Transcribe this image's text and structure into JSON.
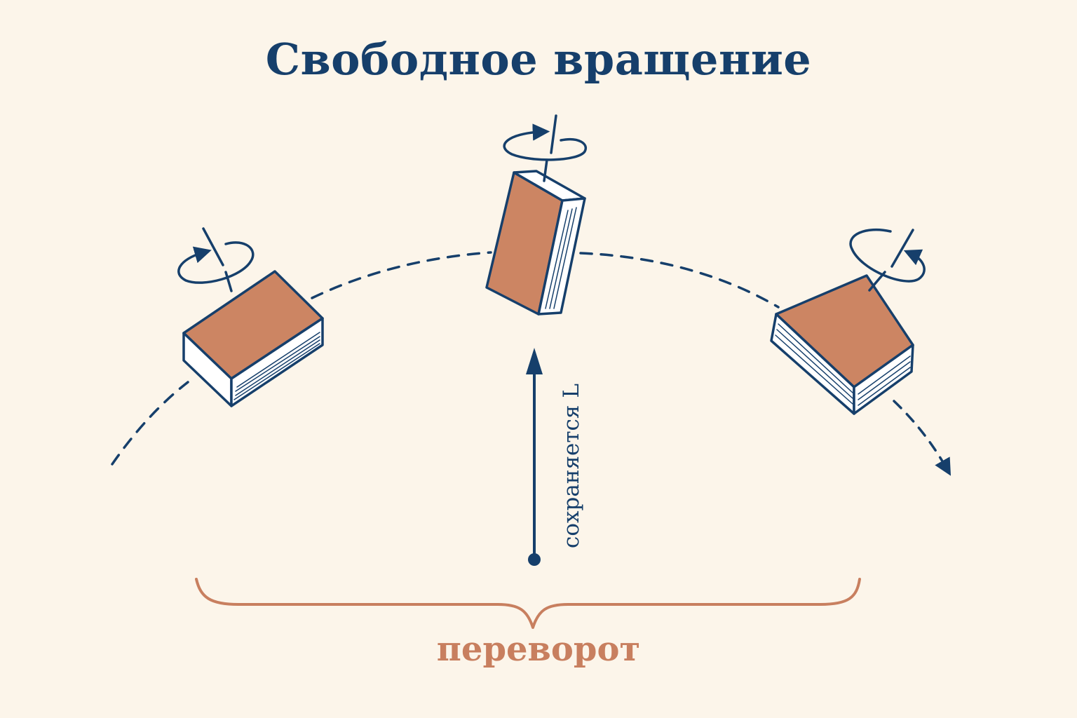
{
  "title": "Свободное вращение",
  "momentum_label": "сохраняется L",
  "brace_label": "переворот",
  "colors": {
    "background": "#fcf5ea",
    "ink": "#163f6b",
    "cover": "#cc8563",
    "pages": "#ffffff",
    "accent": "#c87f5f"
  },
  "books": [
    {
      "name": "book-left",
      "state": "tilted"
    },
    {
      "name": "book-top",
      "state": "upright"
    },
    {
      "name": "book-right",
      "state": "tilted"
    }
  ]
}
